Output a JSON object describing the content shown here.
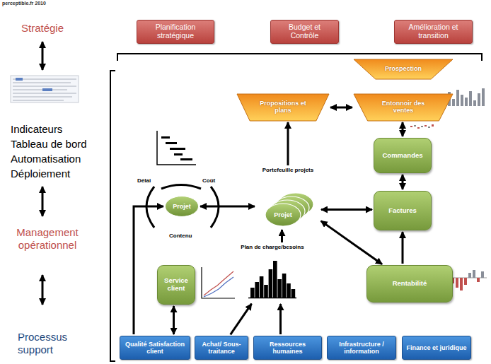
{
  "diagram": {
    "nodes": [
      {
        "text": [
          "Planification stratégique"
        ]
      },
      {
        "text": [
          "Budget et Contrôle"
        ]
      },
      {
        "text": [
          "Amélioration et transition"
        ]
      },
      {
        "text": [
          "Prospection"
        ]
      },
      {
        "text": [
          "Propositions et plans"
        ]
      },
      {
        "text": [
          "Entonnoir des ventes"
        ]
      },
      {
        "text": [
          "Commandes"
        ]
      },
      {
        "text": [
          "Projet"
        ]
      },
      {
        "text": [
          "Portefeuille projets",
          "Projet"
        ]
      },
      {
        "text": [
          "Factures"
        ]
      },
      {
        "text": [
          "Plan de charge/besoins"
        ]
      },
      {
        "text": [
          "Service client"
        ]
      },
      {
        "text": [
          "Rentabilité"
        ]
      },
      {
        "text": [
          "Qualité Satisfaction client"
        ]
      },
      {
        "text": [
          "Achat/ Sous-traitance"
        ]
      },
      {
        "text": [
          "Ressources humaines"
        ]
      },
      {
        "text": [
          "Infrastructure / information"
        ]
      },
      {
        "text": [
          "Finance et juridique"
        ]
      }
    ],
    "edges": [
      {
        "from": 4,
        "to": 5,
        "arrow": "both"
      },
      {
        "from": 8,
        "to": 4,
        "arrow": "to"
      },
      {
        "from": 5,
        "to": 6,
        "arrow": "both"
      },
      {
        "from": 6,
        "to": 9,
        "arrow": "both"
      },
      {
        "from": 8,
        "to": 9,
        "arrow": "both"
      },
      {
        "from": 7,
        "to": 8,
        "arrow": "both"
      },
      {
        "from": 12,
        "to": 9,
        "arrow": "to"
      },
      {
        "from": 12,
        "to": 8,
        "arrow": "both"
      },
      {
        "from": 10,
        "to": 8,
        "arrow": "to"
      },
      {
        "from": 15,
        "to": 10,
        "arrow": "to"
      },
      {
        "from": 14,
        "to": 10,
        "arrow": "to"
      },
      {
        "from": 13,
        "to": 7,
        "arrow": "to"
      },
      {
        "from": 11,
        "to": 13,
        "arrow": "both"
      }
    ],
    "labels": [
      "perceptible.fr 2010",
      "Stratégie",
      "Indicateurs",
      "Tableau de bord",
      "Automatisation",
      "Déploiement",
      "Management opérationnel",
      "Processus support",
      "Délai",
      "Coût",
      "Contenu"
    ]
  }
}
